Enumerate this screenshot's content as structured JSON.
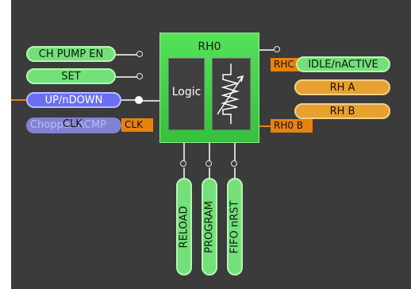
{
  "block": {
    "title": "RH0",
    "logic_label": "Logic"
  },
  "left_inputs": [
    {
      "label": "CH PUMP EN"
    },
    {
      "label": "SET"
    },
    {
      "label": "UP/nDOWN"
    }
  ],
  "clk_input": {
    "back_label": "Chopper ACMP",
    "front_label": "CLK",
    "tag": "CLK"
  },
  "right_outputs": {
    "idle": "IDLE/nACTIVE",
    "rha": "RH A",
    "rhb": "RH B",
    "tag_rhc": "RHC",
    "tag_rh0b": "RH0 B"
  },
  "bottom_inputs": [
    {
      "label": "RELOAD"
    },
    {
      "label": "PROGRAM"
    },
    {
      "label": "FIFO nRST"
    }
  ],
  "colors": {
    "background": "#3b3b3b",
    "block_green": "#36c03d",
    "label_green": "#74e07a",
    "label_blue": "#6b6ef2",
    "label_orange": "#e7a131",
    "wire_orange": "#e8820e"
  }
}
